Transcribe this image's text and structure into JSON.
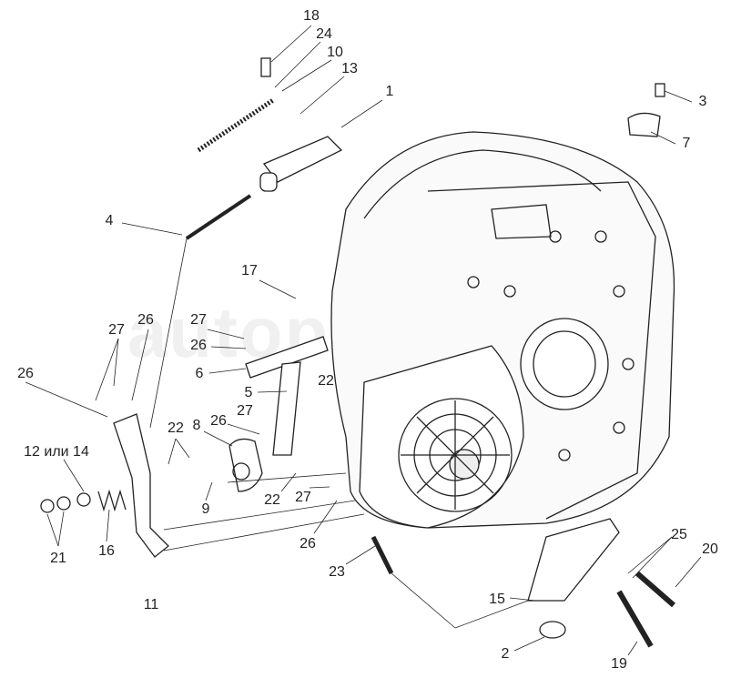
{
  "watermark": "autopiter.ru",
  "callouts": [
    {
      "id": "c18",
      "text": "18"
    },
    {
      "id": "c24",
      "text": "24"
    },
    {
      "id": "c10",
      "text": "10"
    },
    {
      "id": "c13",
      "text": "13"
    },
    {
      "id": "c1",
      "text": "1"
    },
    {
      "id": "c3",
      "text": "3"
    },
    {
      "id": "c7",
      "text": "7"
    },
    {
      "id": "c4",
      "text": "4"
    },
    {
      "id": "c17",
      "text": "17"
    },
    {
      "id": "c27a",
      "text": "27"
    },
    {
      "id": "c26a",
      "text": "26"
    },
    {
      "id": "c27b",
      "text": "27"
    },
    {
      "id": "c26b",
      "text": "26"
    },
    {
      "id": "c26c",
      "text": "26"
    },
    {
      "id": "c6",
      "text": "6"
    },
    {
      "id": "c5",
      "text": "5"
    },
    {
      "id": "c22a",
      "text": "22"
    },
    {
      "id": "c27c",
      "text": "27"
    },
    {
      "id": "c26d",
      "text": "26"
    },
    {
      "id": "c8",
      "text": "8"
    },
    {
      "id": "c22b",
      "text": "22"
    },
    {
      "id": "c12",
      "text": "12 или 14"
    },
    {
      "id": "c9",
      "text": "9"
    },
    {
      "id": "c22c",
      "text": "22"
    },
    {
      "id": "c27d",
      "text": "27"
    },
    {
      "id": "c26e",
      "text": "26"
    },
    {
      "id": "c21",
      "text": "21"
    },
    {
      "id": "c16",
      "text": "16"
    },
    {
      "id": "c11",
      "text": "11"
    },
    {
      "id": "c23",
      "text": "23"
    },
    {
      "id": "c15",
      "text": "15"
    },
    {
      "id": "c25",
      "text": "25"
    },
    {
      "id": "c20",
      "text": "20"
    },
    {
      "id": "c2",
      "text": "2"
    },
    {
      "id": "c19",
      "text": "19"
    }
  ]
}
